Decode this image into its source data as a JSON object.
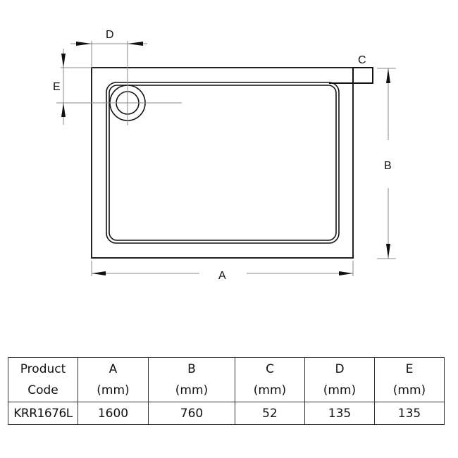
{
  "diagram": {
    "title": "Shower tray dimension drawing",
    "labels": {
      "A": "A",
      "B": "B",
      "C": "C",
      "D": "D",
      "E": "E"
    },
    "colors": {
      "outline": "#111111",
      "dimension_line": "#8a8a8a"
    }
  },
  "table": {
    "headers": [
      {
        "line1": "Product",
        "line2": "Code"
      },
      {
        "line1": "A",
        "line2": "(mm)"
      },
      {
        "line1": "B",
        "line2": "(mm)"
      },
      {
        "line1": "C",
        "line2": "(mm)"
      },
      {
        "line1": "D",
        "line2": "(mm)"
      },
      {
        "line1": "E",
        "line2": "(mm)"
      }
    ],
    "rows": [
      {
        "code": "KRR1676L",
        "A": "1600",
        "B": "760",
        "C": "52",
        "D": "135",
        "E": "135"
      }
    ]
  }
}
